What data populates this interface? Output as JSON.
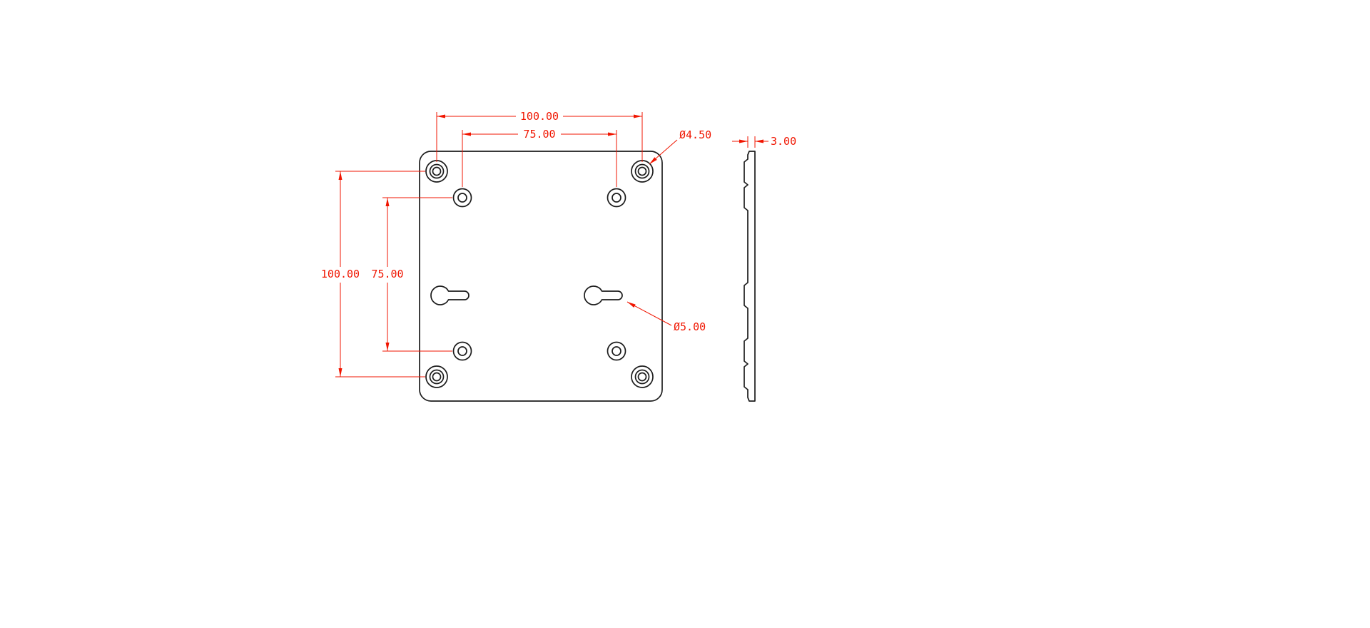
{
  "drawing": {
    "title": "vesa-mount-plate-technical-drawing",
    "background": "#ffffff",
    "line_color": "#1c1c1c",
    "dimension_color": "#f01500",
    "front_view": {
      "width_outer": "100.00",
      "width_inner": "75.00",
      "height_outer": "100.00",
      "height_inner": "75.00",
      "hole_callout": "Ø4.50",
      "keyhole_callout": "Ø5.00"
    },
    "side_view": {
      "thickness": "3.00"
    }
  }
}
